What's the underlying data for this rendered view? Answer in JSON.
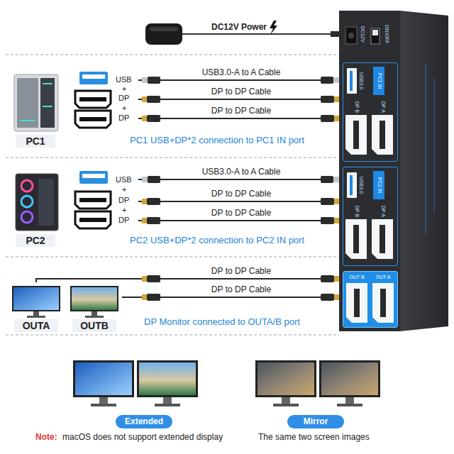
{
  "diagram": {
    "nodes": [
      {
        "text": [
          "PC1"
        ]
      },
      {
        "text": [
          "PC2"
        ]
      },
      {
        "text": [
          "OUTA"
        ]
      },
      {
        "text": [
          "OUTB"
        ]
      },
      {
        "text": [
          "DC12V",
          "ON/OFF"
        ]
      },
      {
        "text": [
          "USB3.0",
          "PC1 IN",
          "DP B",
          "DP A"
        ],
        "in": 4
      },
      {
        "text": [
          "USB3.0",
          "PC2 IN",
          "DP B",
          "DP A"
        ],
        "in": 4
      },
      {
        "text": [
          "OUT B",
          "OUT A"
        ],
        "in": 4
      },
      {
        "text": [
          "Extended"
        ]
      },
      {
        "text": [
          "Mirror"
        ]
      }
    ],
    "edges": [
      {
        "from": 0,
        "to": 5,
        "label": "USB3.0-A to A Cable",
        "arrow": "none"
      },
      {
        "from": 0,
        "to": 5,
        "label": "DP to DP Cable",
        "arrow": "none"
      },
      {
        "from": 0,
        "to": 5,
        "label": "DP to DP Cable",
        "arrow": "none"
      },
      {
        "from": 1,
        "to": 6,
        "label": "USB3.0-A to A Cable",
        "arrow": "none"
      },
      {
        "from": 1,
        "to": 6,
        "label": "DP to DP Cable",
        "arrow": "none"
      },
      {
        "from": 1,
        "to": 6,
        "label": "DP to DP Cable",
        "arrow": "none"
      },
      {
        "from": 2,
        "to": 7,
        "label": "DP to DP Cable",
        "arrow": "none"
      },
      {
        "from": 3,
        "to": 7,
        "label": "DP to DP Cable",
        "arrow": "none"
      }
    ],
    "labels": [
      "DC12V Power",
      "USB",
      "+",
      "DP",
      "+",
      "DP",
      "PC1 USB+DP*2 connection to PC1 IN port",
      "USB",
      "+",
      "DP",
      "+",
      "DP",
      "PC2 USB+DP*2 connection to PC2 IN port",
      "DP Monitor connected to OUTA/B port",
      "Note:",
      "macOS does not support extended display",
      "The same two screen images"
    ]
  }
}
